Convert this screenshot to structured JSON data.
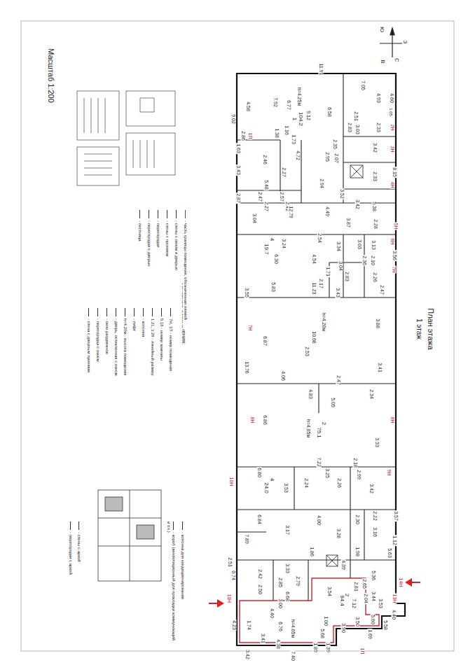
{
  "diagram": {
    "title": "План этажа",
    "labels": [
      "Масштаб 1:200",
      "1 этаж",
      "Ю",
      "З",
      "В",
      "С",
      "11.91",
      "7.05",
      "4.93",
      "4.60",
      "7.92",
      "4.58",
      "h=4.25м",
      "6.77",
      "1",
      "104.2",
      "9.12",
      "6.58",
      "9.02",
      "2.51",
      "2.83",
      "3.03",
      "2.33",
      "1.05",
      "2Н",
      "1.38",
      "1.16",
      "1.73",
      "2.86",
      "1П",
      "1.63",
      "4.72",
      "2.35",
      "3.42",
      "3Н",
      "2.07",
      "2.95",
      "3.43",
      "2.46",
      "2.27",
      "5.48",
      "2.94",
      "3.52",
      "2.33",
      "8.15",
      "4Н",
      "2.87",
      "2.47",
      "2.27",
      "2.57",
      "2.42",
      "3.42",
      "5.38",
      "3.04",
      "12.79",
      "4.49",
      "3.87",
      "2.28",
      "5Н",
      "2.54",
      "4",
      "19.7",
      "3.24",
      "6.30",
      "4.54",
      "3.34",
      "3.03",
      "2.36",
      "3.13",
      "2.10",
      "6Н",
      "3.56",
      "5.83",
      "1.71",
      "2.17",
      "3.04",
      "2.83",
      "2.26",
      "2.47",
      "7Н",
      "3.55",
      "11.23",
      "3.43",
      "7Н",
      "h=4.20м",
      "10.68",
      "3.88",
      "6.87",
      "13.76",
      "4.06",
      "2.53",
      "2.47",
      "5.05",
      "4.83",
      "2.34",
      "3.41",
      "8Н",
      "6.86",
      "h=4.05м",
      "2",
      "75.1",
      "8Н",
      "3.33",
      "7.22",
      "2.18",
      "6.80",
      "4",
      "24.0",
      "3.25",
      "2.99",
      "9Н",
      "10Н",
      "2.24",
      "3.53",
      "2.26",
      "3.42",
      "6.84",
      "4.00",
      "2.30",
      "2.22",
      "3.57",
      "3.17",
      "3.28",
      "3.16",
      "1.12",
      "7.89",
      "1.86",
      "1.98",
      "2.51",
      "0.74",
      "3.33",
      "2.42",
      "2.50",
      "2.85",
      "2.79",
      "4.39",
      "5.63",
      "5.36",
      "3.44",
      "14Н",
      "13Н",
      "11Н",
      "6.68",
      "3.54",
      "2.81",
      "2.65",
      "2.04",
      "3.53",
      "4.40",
      "7.12",
      "2",
      "94.4",
      "5.60",
      "5.58",
      "3.50",
      "1.00",
      "3.90",
      "1.69",
      "3.00",
      "4.40",
      "6.76",
      "h=4.05м",
      "1.74",
      "4.23",
      "3.41",
      "4.38",
      "7.40",
      "3.42",
      "1.89",
      "1.39",
      "5.68",
      "1П",
      "Условные обозначения:"
    ],
    "legend": [
      {
        "text": "- часть границы помещения, обозначенная линией"
      },
      {
        "text": "- стены с окном и дверью"
      },
      {
        "text": "- стены с проемом"
      },
      {
        "text": "- перегородки"
      },
      {
        "text": "- перегородки с дверью"
      },
      {
        "text": "- лестница"
      },
      {
        "text": "7Н, 1П - номер помещения"
      },
      {
        "text": "5.18 - номер комнаты"
      },
      {
        "text": "1.21, 3.28 - линейный размер"
      },
      {
        "text": "- колонна"
      },
      {
        "text": "- лифт"
      },
      {
        "text": "h=4.20м - высота помещения"
      },
      {
        "text": "- дверь, остекленная с окном"
      },
      {
        "text": "- окно раздвижное"
      },
      {
        "text": "- перегородка с окном"
      },
      {
        "text": "- стена с дверным проемом"
      },
      {
        "text": "- колонна для кондиционирования"
      },
      {
        "text": "- короб (вентиляционный для прокладки коммуникаций и т.п.)"
      },
      {
        "text": "- стены с аркой"
      },
      {
        "text": "- перегородки с аркой"
      }
    ]
  }
}
